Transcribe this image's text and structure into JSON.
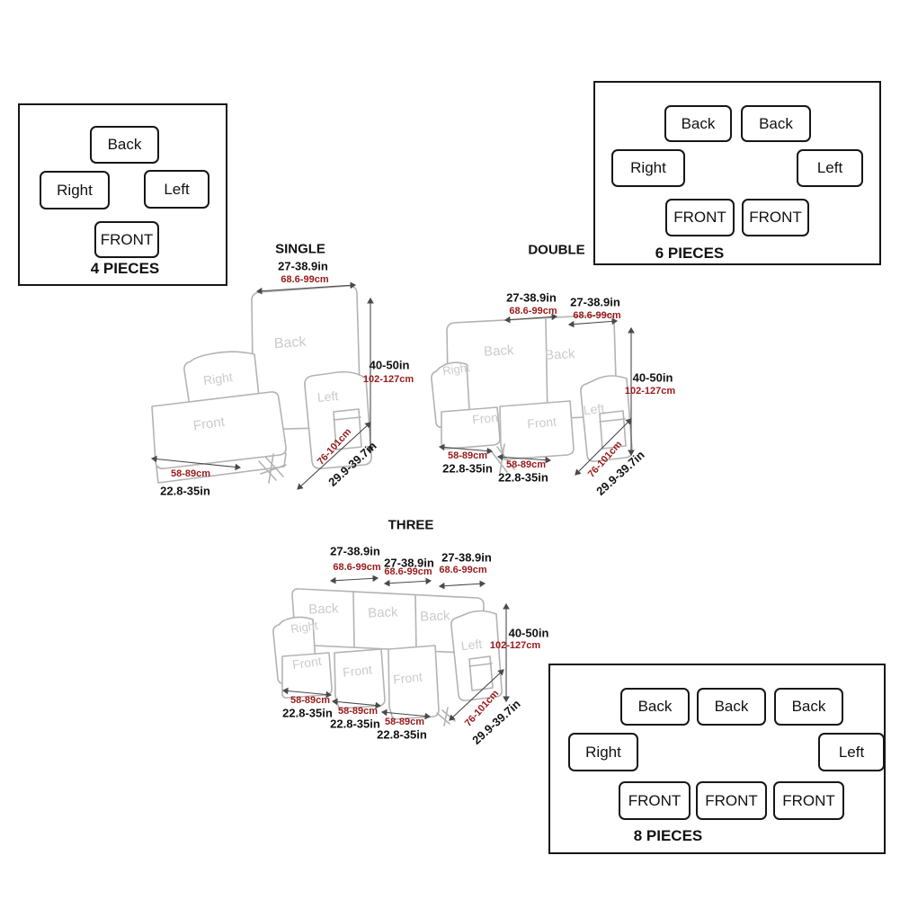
{
  "colors": {
    "inch_text": "#111111",
    "cm_text": "#9a1a1a",
    "sketch_stroke": "#b3b3b3",
    "watermark_text": "#cbcbcb",
    "box_border": "#161616"
  },
  "boxes": {
    "four": {
      "count_label": "4 PIECES",
      "pieces": [
        {
          "label": "Back"
        },
        {
          "label": "Right"
        },
        {
          "label": "Left"
        },
        {
          "label": "FRONT"
        }
      ]
    },
    "six": {
      "count_label": "6 PIECES",
      "pieces": [
        {
          "label": "Back"
        },
        {
          "label": "Back"
        },
        {
          "label": "Right"
        },
        {
          "label": "Left"
        },
        {
          "label": "FRONT"
        },
        {
          "label": "FRONT"
        }
      ]
    },
    "eight": {
      "count_label": "8 PIECES",
      "pieces": [
        {
          "label": "Back"
        },
        {
          "label": "Back"
        },
        {
          "label": "Back"
        },
        {
          "label": "Right"
        },
        {
          "label": "Left"
        },
        {
          "label": "FRONT"
        },
        {
          "label": "FRONT"
        },
        {
          "label": "FRONT"
        }
      ]
    }
  },
  "sofas": {
    "single": {
      "title": "SINGLE",
      "width_in": "27-38.9in",
      "width_cm": "68.6-99cm",
      "height_in": "40-50in",
      "height_cm": "102-127cm",
      "seat_cm": "58-89cm",
      "seat_in": "22.8-35in",
      "depth_cm": "76-101cm",
      "depth_in": "29.9-39.7in",
      "parts": {
        "back": "Back",
        "right": "Right",
        "left": "Left",
        "front": "Front"
      }
    },
    "double": {
      "title": "DOUBLE",
      "width_in": "27-38.9in",
      "width_cm": "68.6-99cm",
      "height_in": "40-50in",
      "height_cm": "102-127cm",
      "seat_cm": "58-89cm",
      "seat_in": "22.8-35in",
      "depth_cm": "76-101cm",
      "depth_in": "29.9-39.7in",
      "parts": {
        "back": "Back",
        "right": "Right",
        "left": "Left",
        "front": "Front"
      }
    },
    "three": {
      "title": "THREE",
      "width_in": "27-38.9in",
      "width_cm": "68.6-99cm",
      "height_in": "40-50in",
      "height_cm": "102-127cm",
      "seat_cm": "58-89cm",
      "seat_in": "22.8-35in",
      "depth_cm": "76-101cm",
      "depth_in": "29.9-39.7in",
      "parts": {
        "back": "Back",
        "right": "Right",
        "left": "Left",
        "front": "Front"
      }
    }
  }
}
